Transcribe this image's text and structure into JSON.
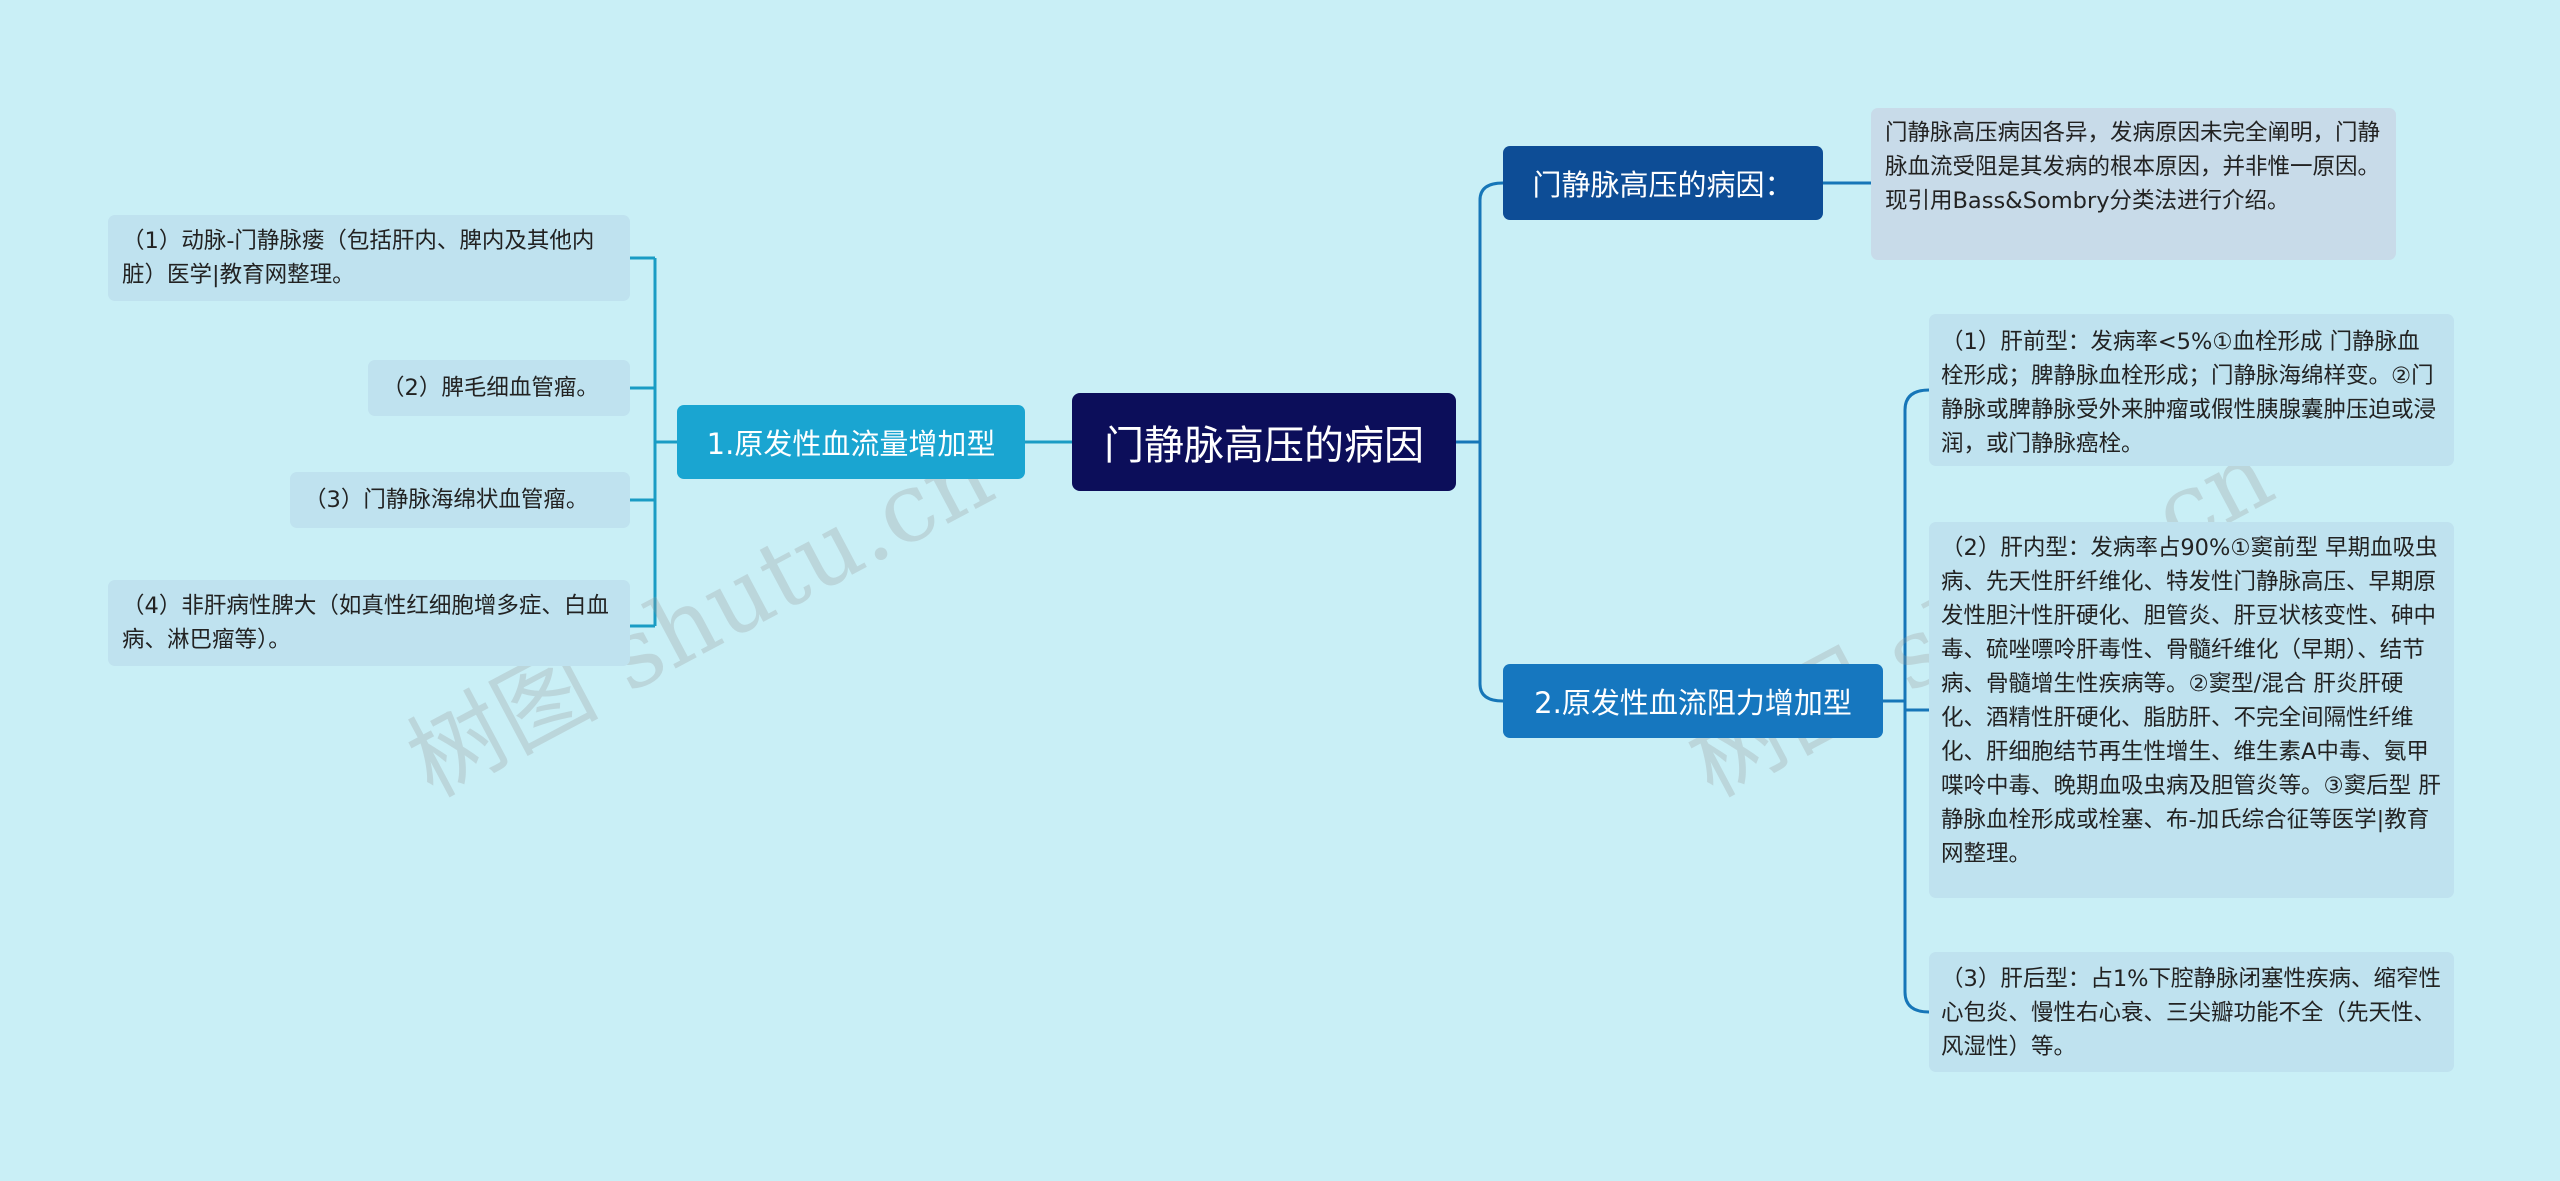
{
  "root": {
    "label": "门静脉高压的病因"
  },
  "branches": {
    "cause": {
      "label": "门静脉高压的病因：",
      "desc": "门静脉高压病因各异，发病原因未完全阐明，门静脉血流受阻是其发病的根本原因，并非惟一原因。现引用Bass&Sombry分类法进行介绍。"
    },
    "flow": {
      "label": "1.原发性血流量增加型",
      "items": [
        "（1）动脉-门静脉瘘（包括肝内、脾内及其他内脏）医学|教育网整理。",
        "（2）脾毛细血管瘤。",
        "（3）门静脉海绵状血管瘤。",
        "（4）非肝病性脾大（如真性红细胞增多症、白血病、淋巴瘤等）。"
      ]
    },
    "resist": {
      "label": "2.原发性血流阻力增加型",
      "items": [
        "（1）肝前型：发病率<5%①血栓形成 门静脉血栓形成；脾静脉血栓形成；门静脉海绵样变。②门静脉或脾静脉受外来肿瘤或假性胰腺囊肿压迫或浸润，或门静脉癌栓。",
        "（2）肝内型：发病率占90%①窦前型 早期血吸虫病、先天性肝纤维化、特发性门静脉高压、早期原发性胆汁性肝硬化、胆管炎、肝豆状核变性、砷中毒、硫唑嘌呤肝毒性、骨髓纤维化（早期）、结节病、骨髓增生性疾病等。②窦型/混合 肝炎肝硬化、酒精性肝硬化、脂肪肝、不完全间隔性纤维化、肝细胞结节再生性增生、维生素A中毒、氨甲喋呤中毒、晚期血吸虫病及胆管炎等。③窦后型 肝静脉血栓形成或栓塞、布-加氏综合征等医学|教育网整理。",
        "（3）肝后型：占1%下腔静脉闭塞性疾病、缩窄性心包炎、慢性右心衰、三尖瓣功能不全（先天性、风湿性）等。"
      ]
    }
  },
  "watermark": {
    "text": "树图 shutu.cn"
  },
  "colors": {
    "background": "#c9eff6",
    "root": "#0c0e5a",
    "cause": "#0d4d96",
    "flow": "#1aa5d1",
    "resist": "#1677bf",
    "leaf": "#bfe2ef",
    "link_left": "#1a9cc4",
    "link_right": "#1676b8"
  }
}
